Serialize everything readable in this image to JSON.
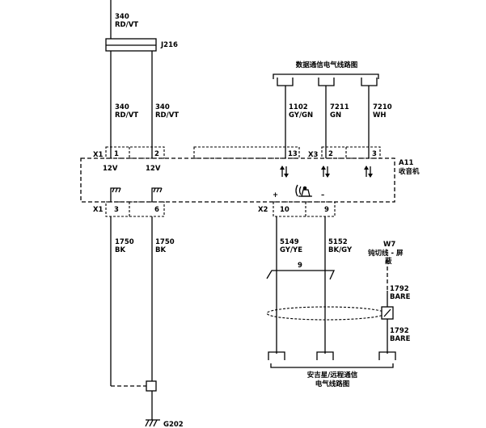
{
  "components": {
    "j216": "J216",
    "a11_id": "A11",
    "a11_name": "收音机",
    "w7_id": "W7",
    "w7_name_line1": "钝切线 - 屏",
    "w7_name_line2": "蔽",
    "g202": "G202",
    "twist_count": "9"
  },
  "connectors": {
    "x1_top": "X1",
    "x3": "X3",
    "x1_bottom": "X1",
    "x2": "X2"
  },
  "pins": {
    "p1": "1",
    "p2": "2",
    "p13": "13",
    "p2b": "2",
    "p3": "3",
    "p3b": "3",
    "p6": "6",
    "p10": "10",
    "p9": "9"
  },
  "wires": {
    "w340_top_circuit": "340",
    "w340_top_color": "RD/VT",
    "w340_left_circuit": "340",
    "w340_left_color": "RD/VT",
    "w340_right_circuit": "340",
    "w340_right_color": "RD/VT",
    "w1102_circuit": "1102",
    "w1102_color": "GY/GN",
    "w7211_circuit": "7211",
    "w7211_color": "GN",
    "w7210_circuit": "7210",
    "w7210_color": "WH",
    "w1750_left_circuit": "1750",
    "w1750_left_color": "BK",
    "w1750_right_circuit": "1750",
    "w1750_right_color": "BK",
    "w5149_circuit": "5149",
    "w5149_color": "GY/YE",
    "w5152_circuit": "5152",
    "w5152_color": "BK/GY",
    "w1792_top_circuit": "1792",
    "w1792_top_color": "BARE",
    "w1792_bottom_circuit": "1792",
    "w1792_bottom_color": "BARE"
  },
  "internal": {
    "v1": "12V",
    "v2": "12V",
    "plus": "+",
    "minus": "–"
  },
  "references": {
    "data_comm_top": "数据通信电气线路图",
    "onstar_line1": "安吉星/远程通信",
    "onstar_line2": "电气线路图"
  }
}
